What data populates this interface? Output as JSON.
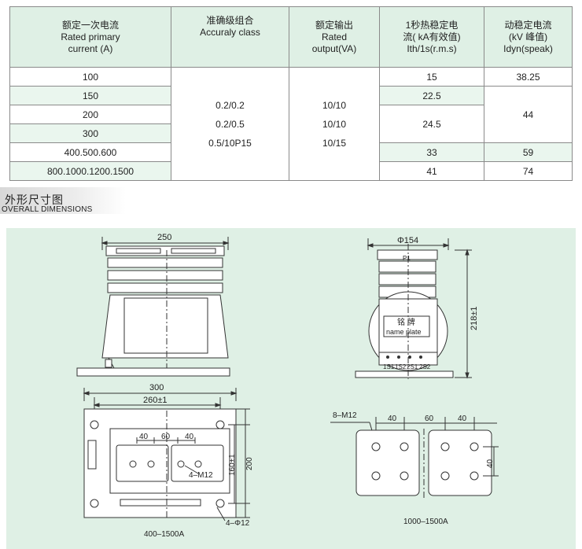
{
  "table": {
    "headers": [
      {
        "cn": "额定一次电流",
        "en1": "Rated primary",
        "en2": "current  (A)"
      },
      {
        "cn": "准确级组合",
        "en1": "Accuraly class",
        "en2": ""
      },
      {
        "cn": "额定输出",
        "en1": "Rated",
        "en2": "output(VA)"
      },
      {
        "cn": "1秒热稳定电",
        "en1": "流( kA有效值)",
        "en2": "Ith/1s(r.m.s)"
      },
      {
        "cn": "动稳定电流",
        "en1": "(kV 峰值)",
        "en2": "Idyn(speak)"
      }
    ],
    "currents": [
      "100",
      "150",
      "200",
      "300",
      "400.500.600",
      "800.1000.1200.1500"
    ],
    "accuracy": [
      "0.2/0.2",
      "0.2/0.5",
      "0.5/10P15"
    ],
    "output": [
      "10/10",
      "10/10",
      "10/15"
    ],
    "thermal": [
      "15",
      "22.5",
      "24.5",
      "33",
      "41"
    ],
    "dynamic": [
      "38.25",
      "44",
      "59",
      "74"
    ]
  },
  "section": {
    "cn": "外形尺寸图",
    "en": "OVERALL DIMENSIONS"
  },
  "drawing": {
    "front_width": "250",
    "side_diameter": "Φ154",
    "side_height": "218±1",
    "p1": "P1",
    "nameplate_cn": "铭  牌",
    "nameplate_en": "name plate",
    "terminals": [
      "1S1",
      "1S2",
      "2S1",
      "2S2"
    ],
    "base_width": "300",
    "base_hole_span": "260±1",
    "base_dim_40a": "40",
    "base_dim_60": "60",
    "base_dim_40b": "40",
    "base_height_160": "160±1",
    "base_height_200": "200",
    "bolt_label": "4–M12",
    "hole_label": "4–Φ12",
    "left_caption": "400–1500A",
    "right_label_m12": "8–M12",
    "right_dim_40a": "40",
    "right_dim_60": "60",
    "right_dim_40b": "40",
    "right_dim_40v": "40",
    "right_caption": "1000–1500A"
  }
}
